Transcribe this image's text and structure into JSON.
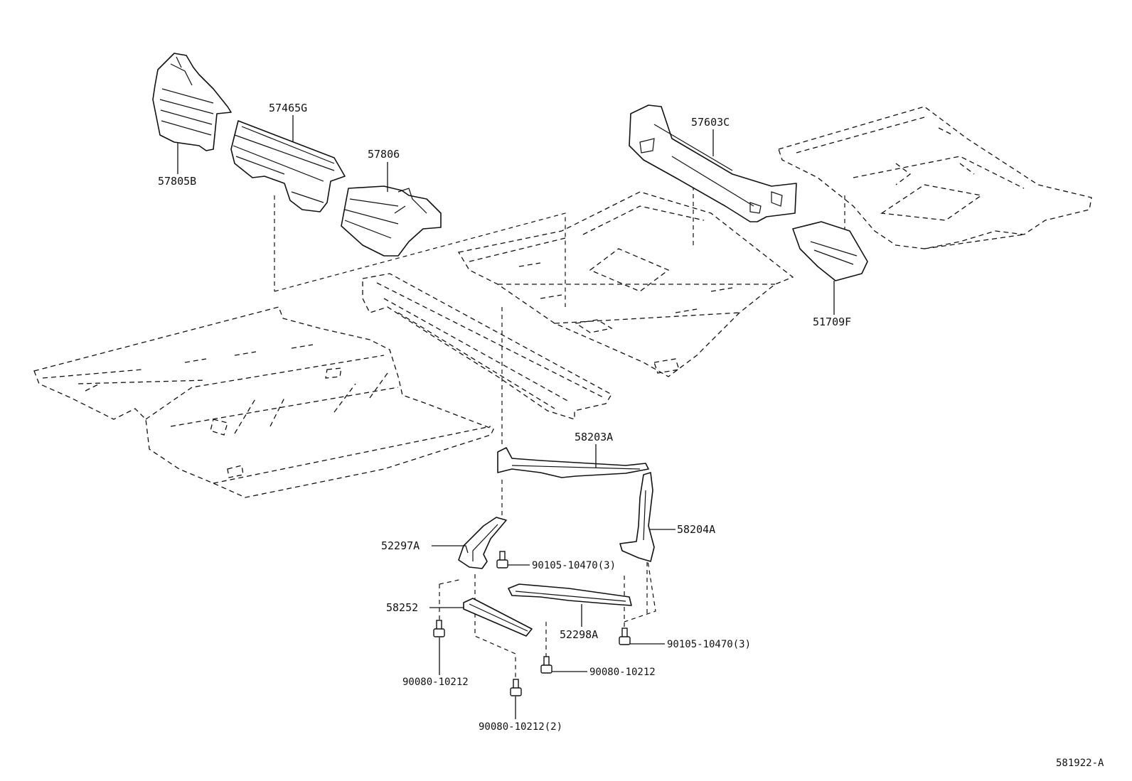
{
  "diagram": {
    "labels": {
      "p57805B": "57805B",
      "p57465G": "57465G",
      "p57806": "57806",
      "p57603C": "57603C",
      "p51709F": "51709F",
      "p58203A": "58203A",
      "p58204A": "58204A",
      "p52297A": "52297A",
      "p58252": "58252",
      "p52298A": "52298A",
      "p90105_a": "90105-10470(3)",
      "p90105_b": "90105-10470(3)",
      "p90080_a": "90080-10212",
      "p90080_b": "90080-10212",
      "p90080_c": "90080-10212(2)"
    },
    "reference_code": "581922-A"
  }
}
